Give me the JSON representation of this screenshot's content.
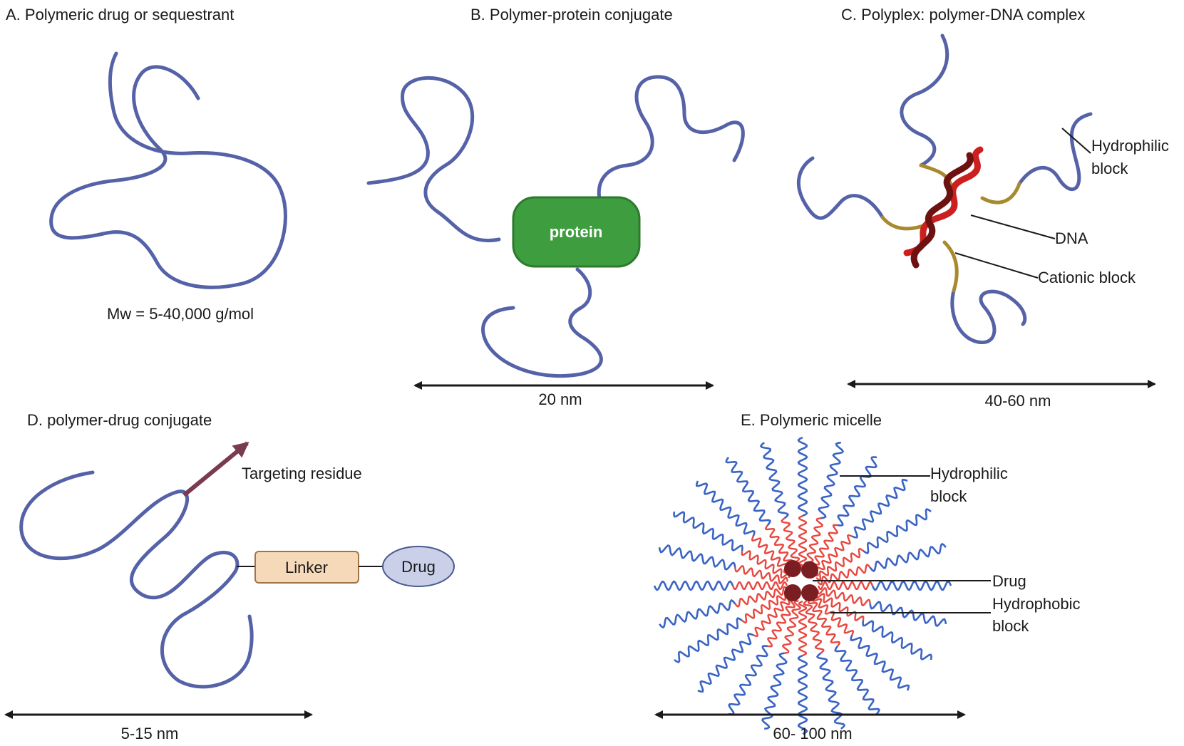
{
  "colors": {
    "polymer": "#5562a8",
    "protein": "#3e9d3e",
    "cationic": "#a88a2e",
    "dna_strand_1": "#cc1f1f",
    "dna_strand_2": "#6e1111",
    "targeting_arrow": "#7a3b52",
    "linker_fill": "#f5d9b8",
    "linker_border": "#a0744a",
    "drug_fill": "#c9d0e8",
    "micelle_hydrophilic": "#3a64c4",
    "micelle_hydrophobic": "#e8473f",
    "micelle_drug": "#7a1e22"
  },
  "panel_a": {
    "title": "A. Polymeric drug or sequestrant",
    "mw_label": "Mw = 5-40,000 g/mol"
  },
  "panel_b": {
    "title": "B. Polymer-protein conjugate",
    "protein_label": "protein",
    "scale_label": "20 nm"
  },
  "panel_c": {
    "title": "C. Polyplex: polymer-DNA complex",
    "hydrophilic_label_1": "Hydrophilic",
    "hydrophilic_label_2": "block",
    "dna_label": "DNA",
    "cationic_label": "Cationic block",
    "scale_label": "40-60 nm"
  },
  "panel_d": {
    "title": "D. polymer-drug conjugate",
    "targeting_label": "Targeting residue",
    "linker_label": "Linker",
    "drug_label": "Drug",
    "scale_label": "5-15 nm"
  },
  "panel_e": {
    "title": "E. Polymeric micelle",
    "hydrophilic_label_1": "Hydrophilic",
    "hydrophilic_label_2": "block",
    "drug_label": "Drug",
    "hydrophobic_label_1": "Hydrophobic",
    "hydrophobic_label_2": "block",
    "scale_label": "60- 100 nm"
  }
}
